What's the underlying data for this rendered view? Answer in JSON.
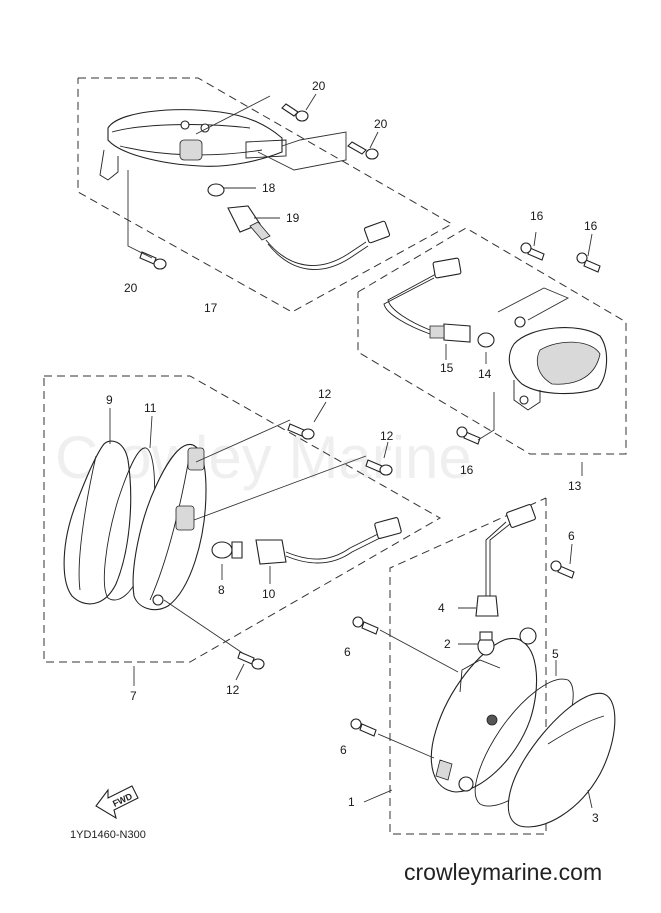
{
  "watermark": "Crowley Marine",
  "diagram_code": "1YD1460-N300",
  "fwd_label": "FWD",
  "footer": "crowleymarine.com",
  "callouts": {
    "c1": "1",
    "c2": "2",
    "c3": "3",
    "c4": "4",
    "c5": "5",
    "c6a": "6",
    "c6b": "6",
    "c6c": "6",
    "c7": "7",
    "c8": "8",
    "c9": "9",
    "c10": "10",
    "c11": "11",
    "c12a": "12",
    "c12b": "12",
    "c12c": "12",
    "c13": "13",
    "c14": "14",
    "c15": "15",
    "c16a": "16",
    "c16b": "16",
    "c16c": "16",
    "c17": "17",
    "c18": "18",
    "c19": "19",
    "c20a": "20",
    "c20b": "20",
    "c20c": "20"
  }
}
